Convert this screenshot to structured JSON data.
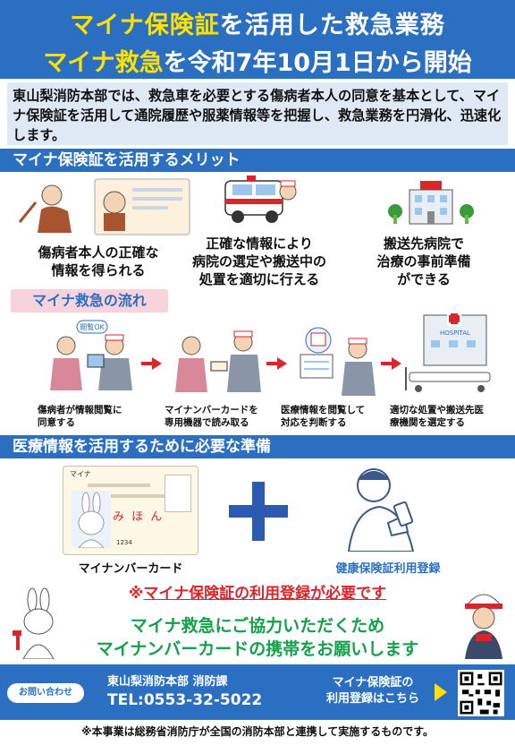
{
  "header": {
    "line1_hl": "マイナ保険証",
    "line1_rest": "を活用した救急業務",
    "line2_hl": "マイナ救急",
    "line2_rest": "を令和7年10月1日から開始"
  },
  "intro": "東山梨消防本部では、救急車を必要とする傷病者本人の同意を基本として、マイナ保険証を活用して通院履歴や服薬情報等を把握し、救急業務を円滑化、迅速化します。",
  "merits": {
    "title": "マイナ保険証を活用するメリット",
    "items": [
      {
        "line1": "傷病者本人の正確な",
        "line2": "情報を得られる"
      },
      {
        "line1": "正確な情報により",
        "line2": "病院の選定や搬送中の",
        "line3": "処置を適切に行える"
      },
      {
        "line1": "搬送先病院で",
        "line2": "治療の事前準備",
        "line3": "ができる"
      }
    ]
  },
  "flow": {
    "title": "マイナ救急の流れ",
    "bubble": "閲覧OK",
    "hospital_sign": "HOSPITAL",
    "steps": [
      {
        "line1": "傷病者が情報閲覧に",
        "line2": "同意する"
      },
      {
        "line1": "マイナンバーカードを",
        "line2": "専用機器で読み取る"
      },
      {
        "line1": "医療情報を閲覧して",
        "line2": "対応を判断する"
      },
      {
        "line1": "適切な処置や搬送先医",
        "line2": "療機関を選定する"
      }
    ]
  },
  "prep": {
    "title": "医療情報を活用するために必要な準備",
    "card_label": "マイナンバーカード",
    "card_name": "マイナ",
    "card_kana": "み ほ ん",
    "card_number": "1234",
    "registration_label": "健康保険証利用登録"
  },
  "notice": {
    "mark": "※",
    "text": "マイナ保険証の利用登録が必要です"
  },
  "cta": {
    "line1": "マイナ救急にご協力いただくため",
    "line2": "マイナンバーカードの携帯をお願いします"
  },
  "footer": {
    "contact_pill": "お問い合わせ",
    "org": "東山梨消防本部 消防課",
    "tel": "TEL:0553-32-5022",
    "reg_line1": "マイナ保険証の",
    "reg_line2": "利用登録はこちら"
  },
  "disclaimer": "※本事業は総務省消防庁が全国の消防本部と連携して実施するものです。",
  "colors": {
    "primary_blue": "#2a6fc2",
    "yellow": "#ffe100",
    "red": "#d9262a",
    "green": "#13a14a",
    "pink": "#f8d3dc"
  }
}
